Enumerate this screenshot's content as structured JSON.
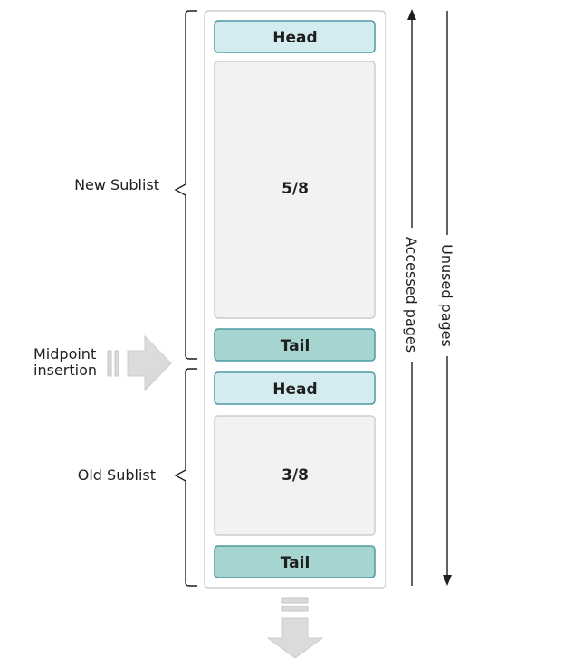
{
  "new_sublist": {
    "label": "New Sublist",
    "head": "Head",
    "fraction": "5/8",
    "tail": "Tail"
  },
  "old_sublist": {
    "label": "Old Sublist",
    "head": "Head",
    "fraction": "3/8",
    "tail": "Tail"
  },
  "midpoint": {
    "line1": "Midpoint",
    "line2": "insertion"
  },
  "accessed_pages": "Accessed pages",
  "unused_pages": "Unused pages",
  "colors": {
    "head_fill": "#d4ecef",
    "head_stroke": "#4c9aa0",
    "tail_fill": "#a5d4d1",
    "tail_stroke": "#4c9aa0",
    "body_fill": "#f3f2f1",
    "body_stroke": "#cfcccb",
    "outer_stroke": "#cfcccb",
    "line": "#1f1f1f",
    "arrow_fill": "#dddbd9"
  }
}
